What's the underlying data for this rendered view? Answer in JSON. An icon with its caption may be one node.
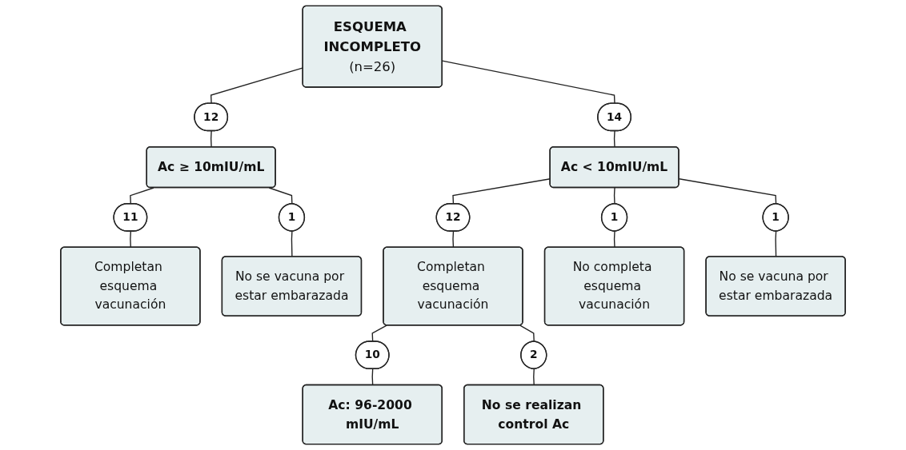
{
  "diagram": {
    "nodes": [
      {
        "text": [
          "ESQUEMA INCOMPLETO",
          "(n=26)"
        ]
      },
      {
        "text": [
          "12"
        ]
      },
      {
        "text": [
          "Ac ≥ 10mIU/mL"
        ]
      },
      {
        "text": [
          "14"
        ]
      },
      {
        "text": [
          "Ac < 10mIU/mL"
        ]
      },
      {
        "text": [
          "11"
        ]
      },
      {
        "text": [
          "Completan esquema vacunación"
        ]
      },
      {
        "text": [
          "1"
        ]
      },
      {
        "text": [
          "No se vacuna por estar embarazada"
        ]
      },
      {
        "text": [
          "12"
        ]
      },
      {
        "text": [
          "Completan esquema vacunación"
        ]
      },
      {
        "text": [
          "1"
        ]
      },
      {
        "text": [
          "No completa esquema vacunación"
        ]
      },
      {
        "text": [
          "1"
        ]
      },
      {
        "text": [
          "No se vacuna por estar embarazada"
        ]
      },
      {
        "text": [
          "10"
        ]
      },
      {
        "text": [
          "Ac: 96-2000 mIU/mL"
        ]
      },
      {
        "text": [
          "2"
        ]
      },
      {
        "text": [
          "No se realizan control Ac"
        ]
      }
    ],
    "edges": [
      {
        "from": 0,
        "to": 1,
        "arrow": "none"
      },
      {
        "from": 1,
        "to": 2,
        "arrow": "none"
      },
      {
        "from": 0,
        "to": 3,
        "arrow": "none"
      },
      {
        "from": 3,
        "to": 4,
        "arrow": "none"
      },
      {
        "from": 2,
        "to": 5,
        "arrow": "none"
      },
      {
        "from": 5,
        "to": 6,
        "arrow": "none"
      },
      {
        "from": 2,
        "to": 7,
        "arrow": "none"
      },
      {
        "from": 7,
        "to": 8,
        "arrow": "none"
      },
      {
        "from": 4,
        "to": 9,
        "arrow": "none"
      },
      {
        "from": 9,
        "to": 10,
        "arrow": "none"
      },
      {
        "from": 4,
        "to": 11,
        "arrow": "none"
      },
      {
        "from": 11,
        "to": 12,
        "arrow": "none"
      },
      {
        "from": 4,
        "to": 13,
        "arrow": "none"
      },
      {
        "from": 13,
        "to": 14,
        "arrow": "none"
      },
      {
        "from": 10,
        "to": 15,
        "arrow": "none"
      },
      {
        "from": 15,
        "to": 16,
        "arrow": "none"
      },
      {
        "from": 10,
        "to": 17,
        "arrow": "none"
      },
      {
        "from": 17,
        "to": 18,
        "arrow": "none"
      }
    ]
  }
}
